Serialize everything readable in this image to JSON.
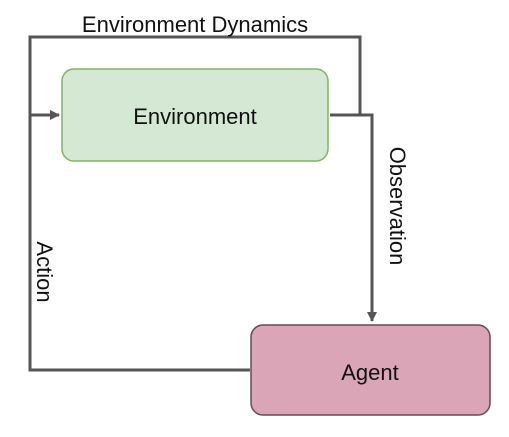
{
  "diagram": {
    "title": "Environment Dynamics",
    "nodes": {
      "environment": {
        "label": "Environment",
        "fill": "#d5e8d4",
        "stroke": "#82b366"
      },
      "agent": {
        "label": "Agent",
        "fill": "#d9a5b7",
        "stroke": "#6b4a57"
      }
    },
    "edges": {
      "observation": {
        "label": "Observation"
      },
      "action": {
        "label": "Action"
      }
    },
    "colors": {
      "line": "#555555",
      "text": "#111111",
      "background": "#ffffff"
    }
  }
}
